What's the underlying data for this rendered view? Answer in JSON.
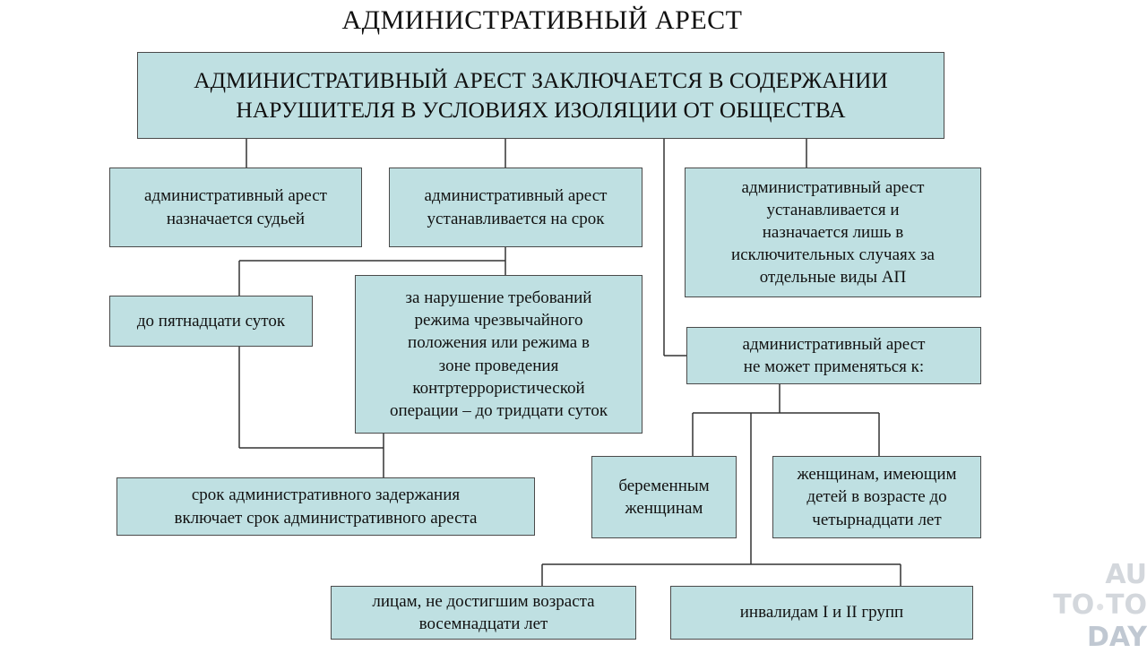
{
  "title": "АДМИНИСТРАТИВНЫЙ АРЕСТ",
  "boxes": {
    "main": "АДМИНИСТРАТИВНЫЙ АРЕСТ ЗАКЛЮЧАЕТСЯ В СОДЕРЖАНИИ\nНАРУШИТЕЛЯ В УСЛОВИЯХ ИЗОЛЯЦИИ ОТ ОБЩЕСТВА",
    "judge": "административный арест\nназначается судьей",
    "term": "административный арест\nустанавливается на срок",
    "exceptional": "административный арест\nустанавливается и\nназначается лишь в\nисключительных случаях за\nотдельные виды АП",
    "fifteen_days": "до пятнадцати суток",
    "thirty_days": "за нарушение требований\nрежима чрезвычайного\nположения или режима в\nзоне проведения\nконтртеррористической\nоперации – до тридцати суток",
    "not_applicable": "административный арест\nне может применяться к:",
    "detention": "срок административного задержания\nвключает срок административного ареста",
    "pregnant": "беременным\nженщинам",
    "women_children": "женщинам, имеющим\nдетей в возрасте до\nчетырнадцати лет",
    "minors": "лицам, не достигшим возраста\nвосемнадцати лет",
    "disabled": "инвалидам I и II групп"
  },
  "watermark": {
    "line1": "AU",
    "line2_a": "TO",
    "line2_dot": "•",
    "line2_b": "TO",
    "line3": "DAY"
  }
}
